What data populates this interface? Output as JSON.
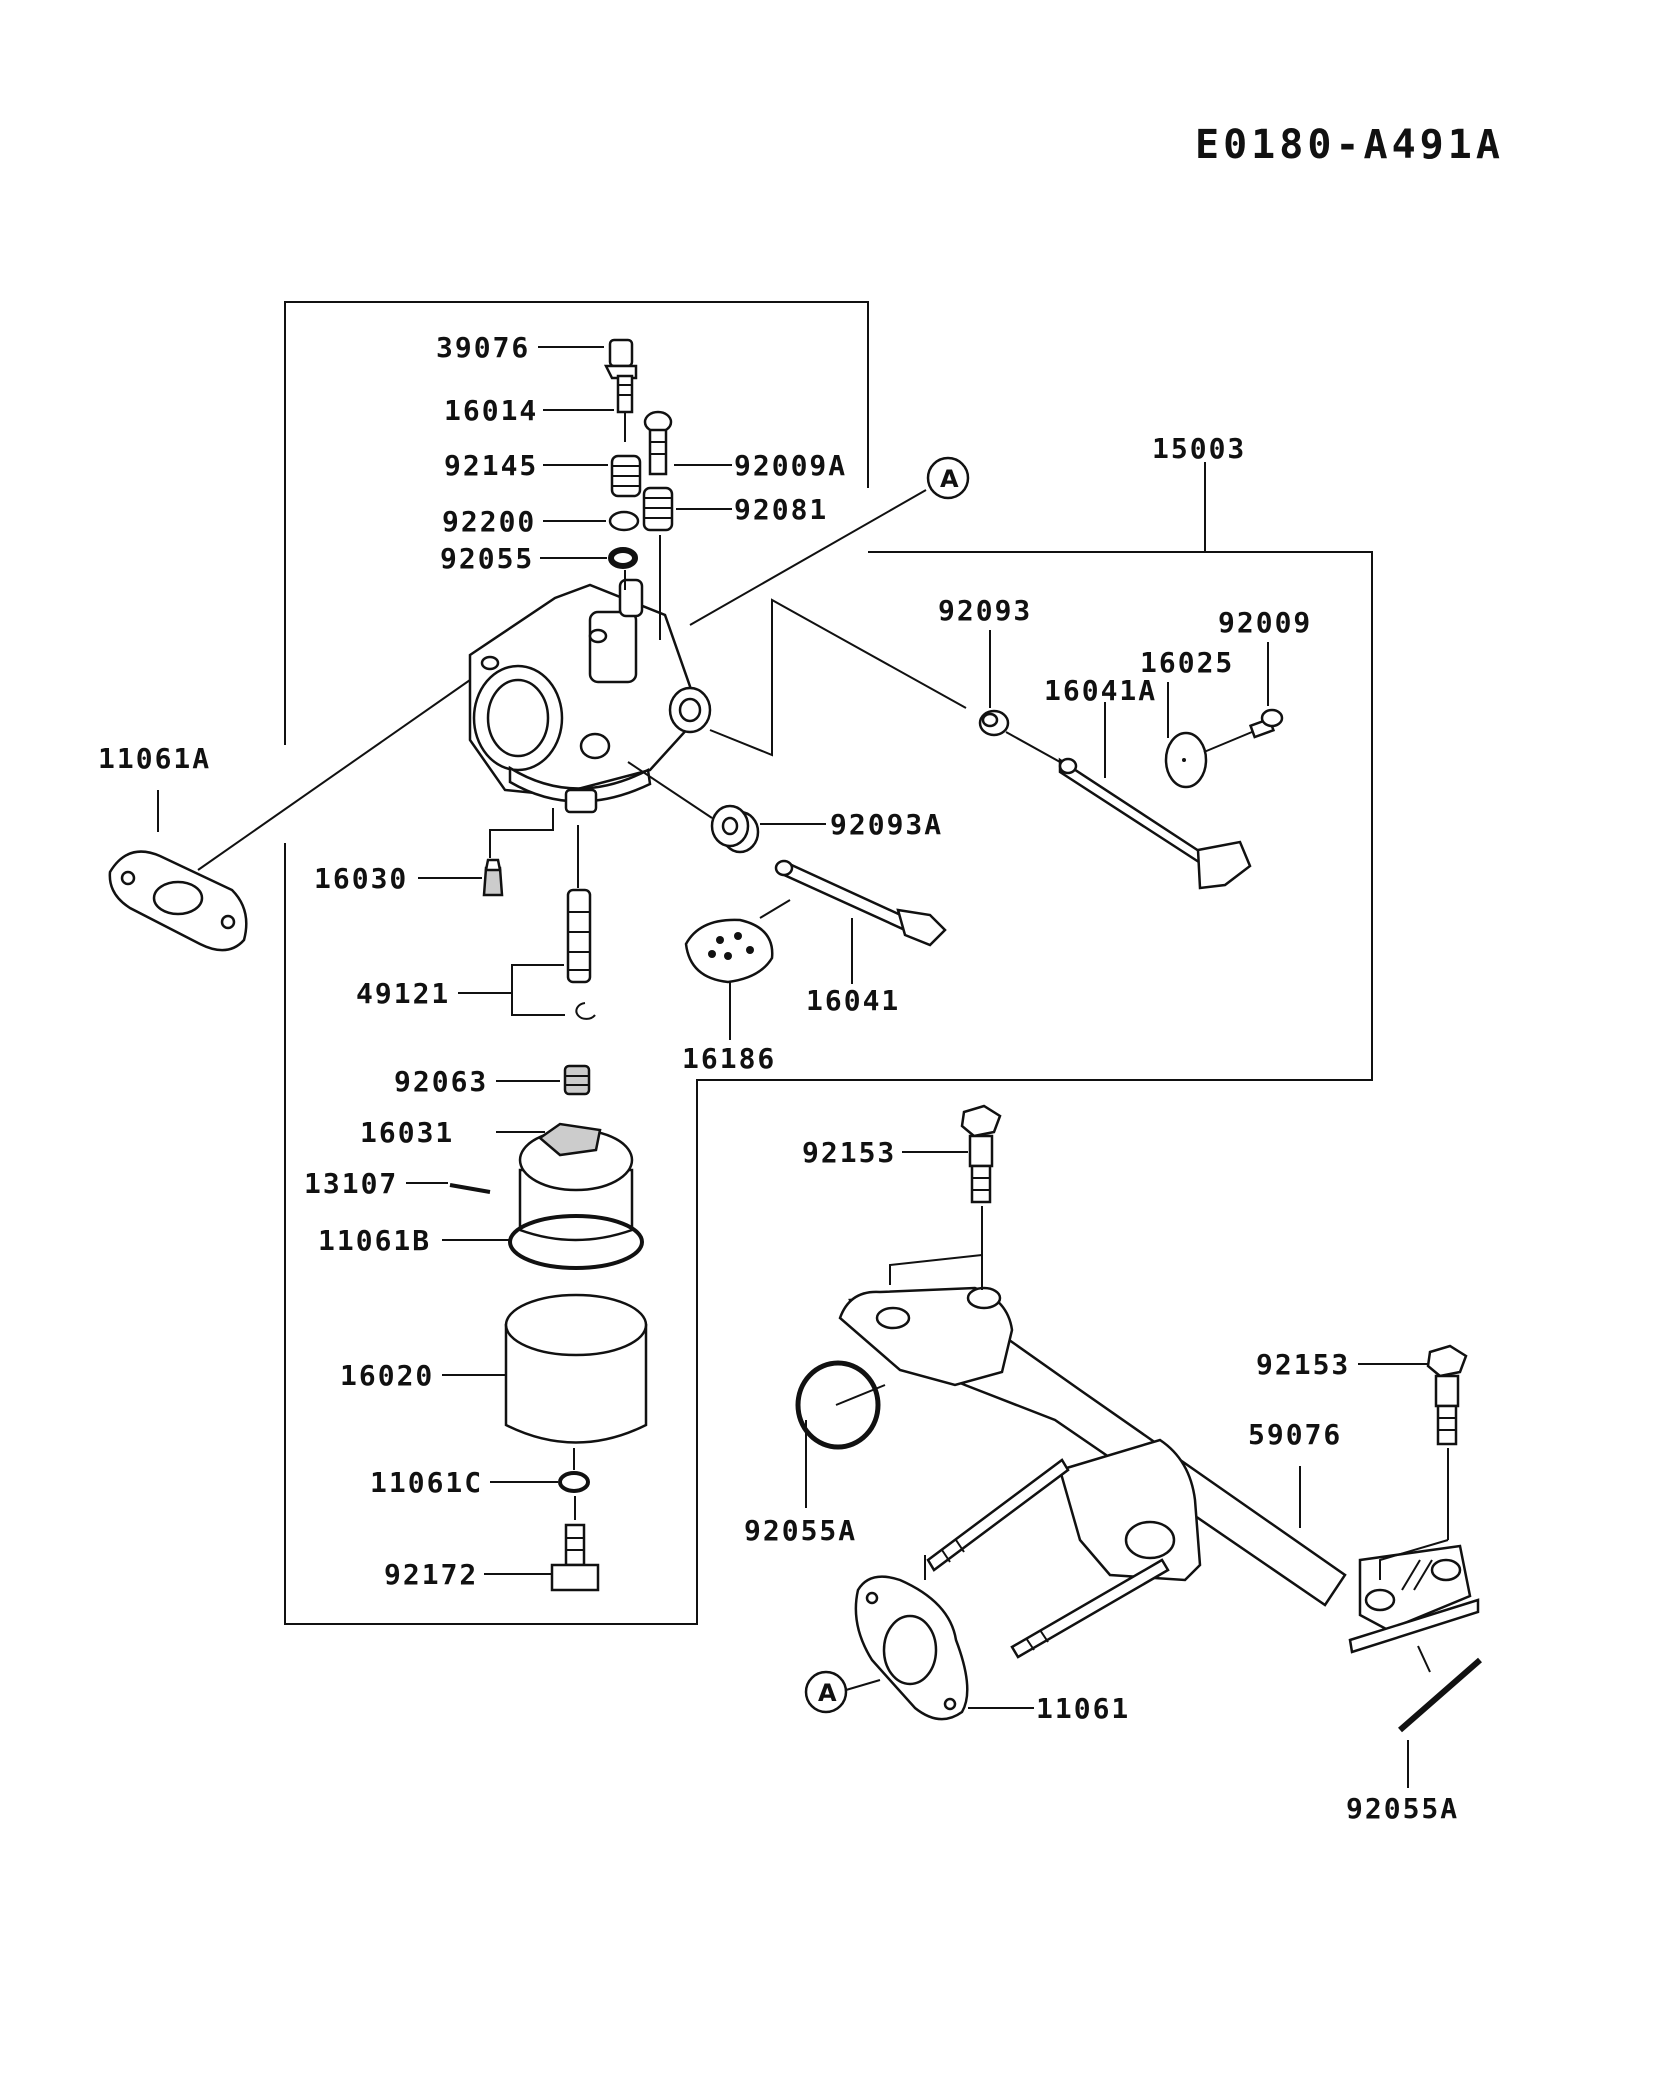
{
  "diagram_code": "E0180-A491A",
  "callout_letter": "A",
  "parts": {
    "p39076": "39076",
    "p16014": "16014",
    "p92145": "92145",
    "p92009A": "92009A",
    "p92200": "92200",
    "p92081": "92081",
    "p92055": "92055",
    "p11061A": "11061A",
    "p16030": "16030",
    "p49121": "49121",
    "p92063": "92063",
    "p16031": "16031",
    "p13107": "13107",
    "p11061B": "11061B",
    "p16020": "16020",
    "p11061C": "11061C",
    "p92172": "92172",
    "p15003": "15003",
    "p92093": "92093",
    "p92009": "92009",
    "p16025": "16025",
    "p16041A": "16041A",
    "p92093A": "92093A",
    "p16041": "16041",
    "p16186": "16186",
    "p92153a": "92153",
    "p92153b": "92153",
    "p59076": "59076",
    "p92055Aa": "92055A",
    "p92055Ab": "92055A",
    "p11061": "11061"
  }
}
